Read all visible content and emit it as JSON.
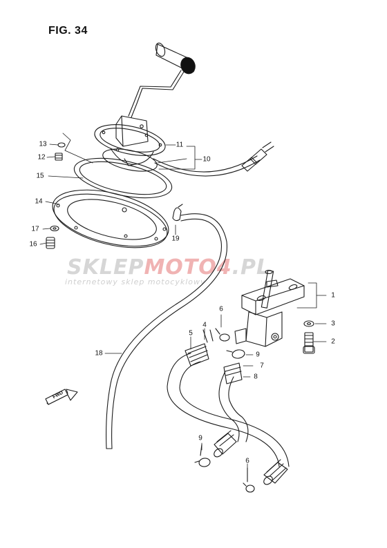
{
  "figure": {
    "title": "FIG. 34"
  },
  "watermark": {
    "brand_grey": "SKLEP",
    "brand_red": "MOTO4",
    "brand_tail": ".PL",
    "tagline": "internetowy sklep motocyklowy"
  },
  "direction_marker": {
    "label": "FWD"
  },
  "callouts": {
    "c1": "1",
    "c2": "2",
    "c3": "3",
    "c4": "4",
    "c5": "5",
    "c6a": "6",
    "c6b": "6",
    "c7": "7",
    "c8": "8",
    "c9a": "9",
    "c9b": "9",
    "c10": "10",
    "c11": "11",
    "c12": "12",
    "c13": "13",
    "c14": "14",
    "c15": "15",
    "c16": "16",
    "c17": "17",
    "c18": "18",
    "c19": "19"
  },
  "colors": {
    "line": "#1a1a1a",
    "watermark_grey": "#d6d6d6",
    "watermark_red": "#f0b3b3"
  }
}
